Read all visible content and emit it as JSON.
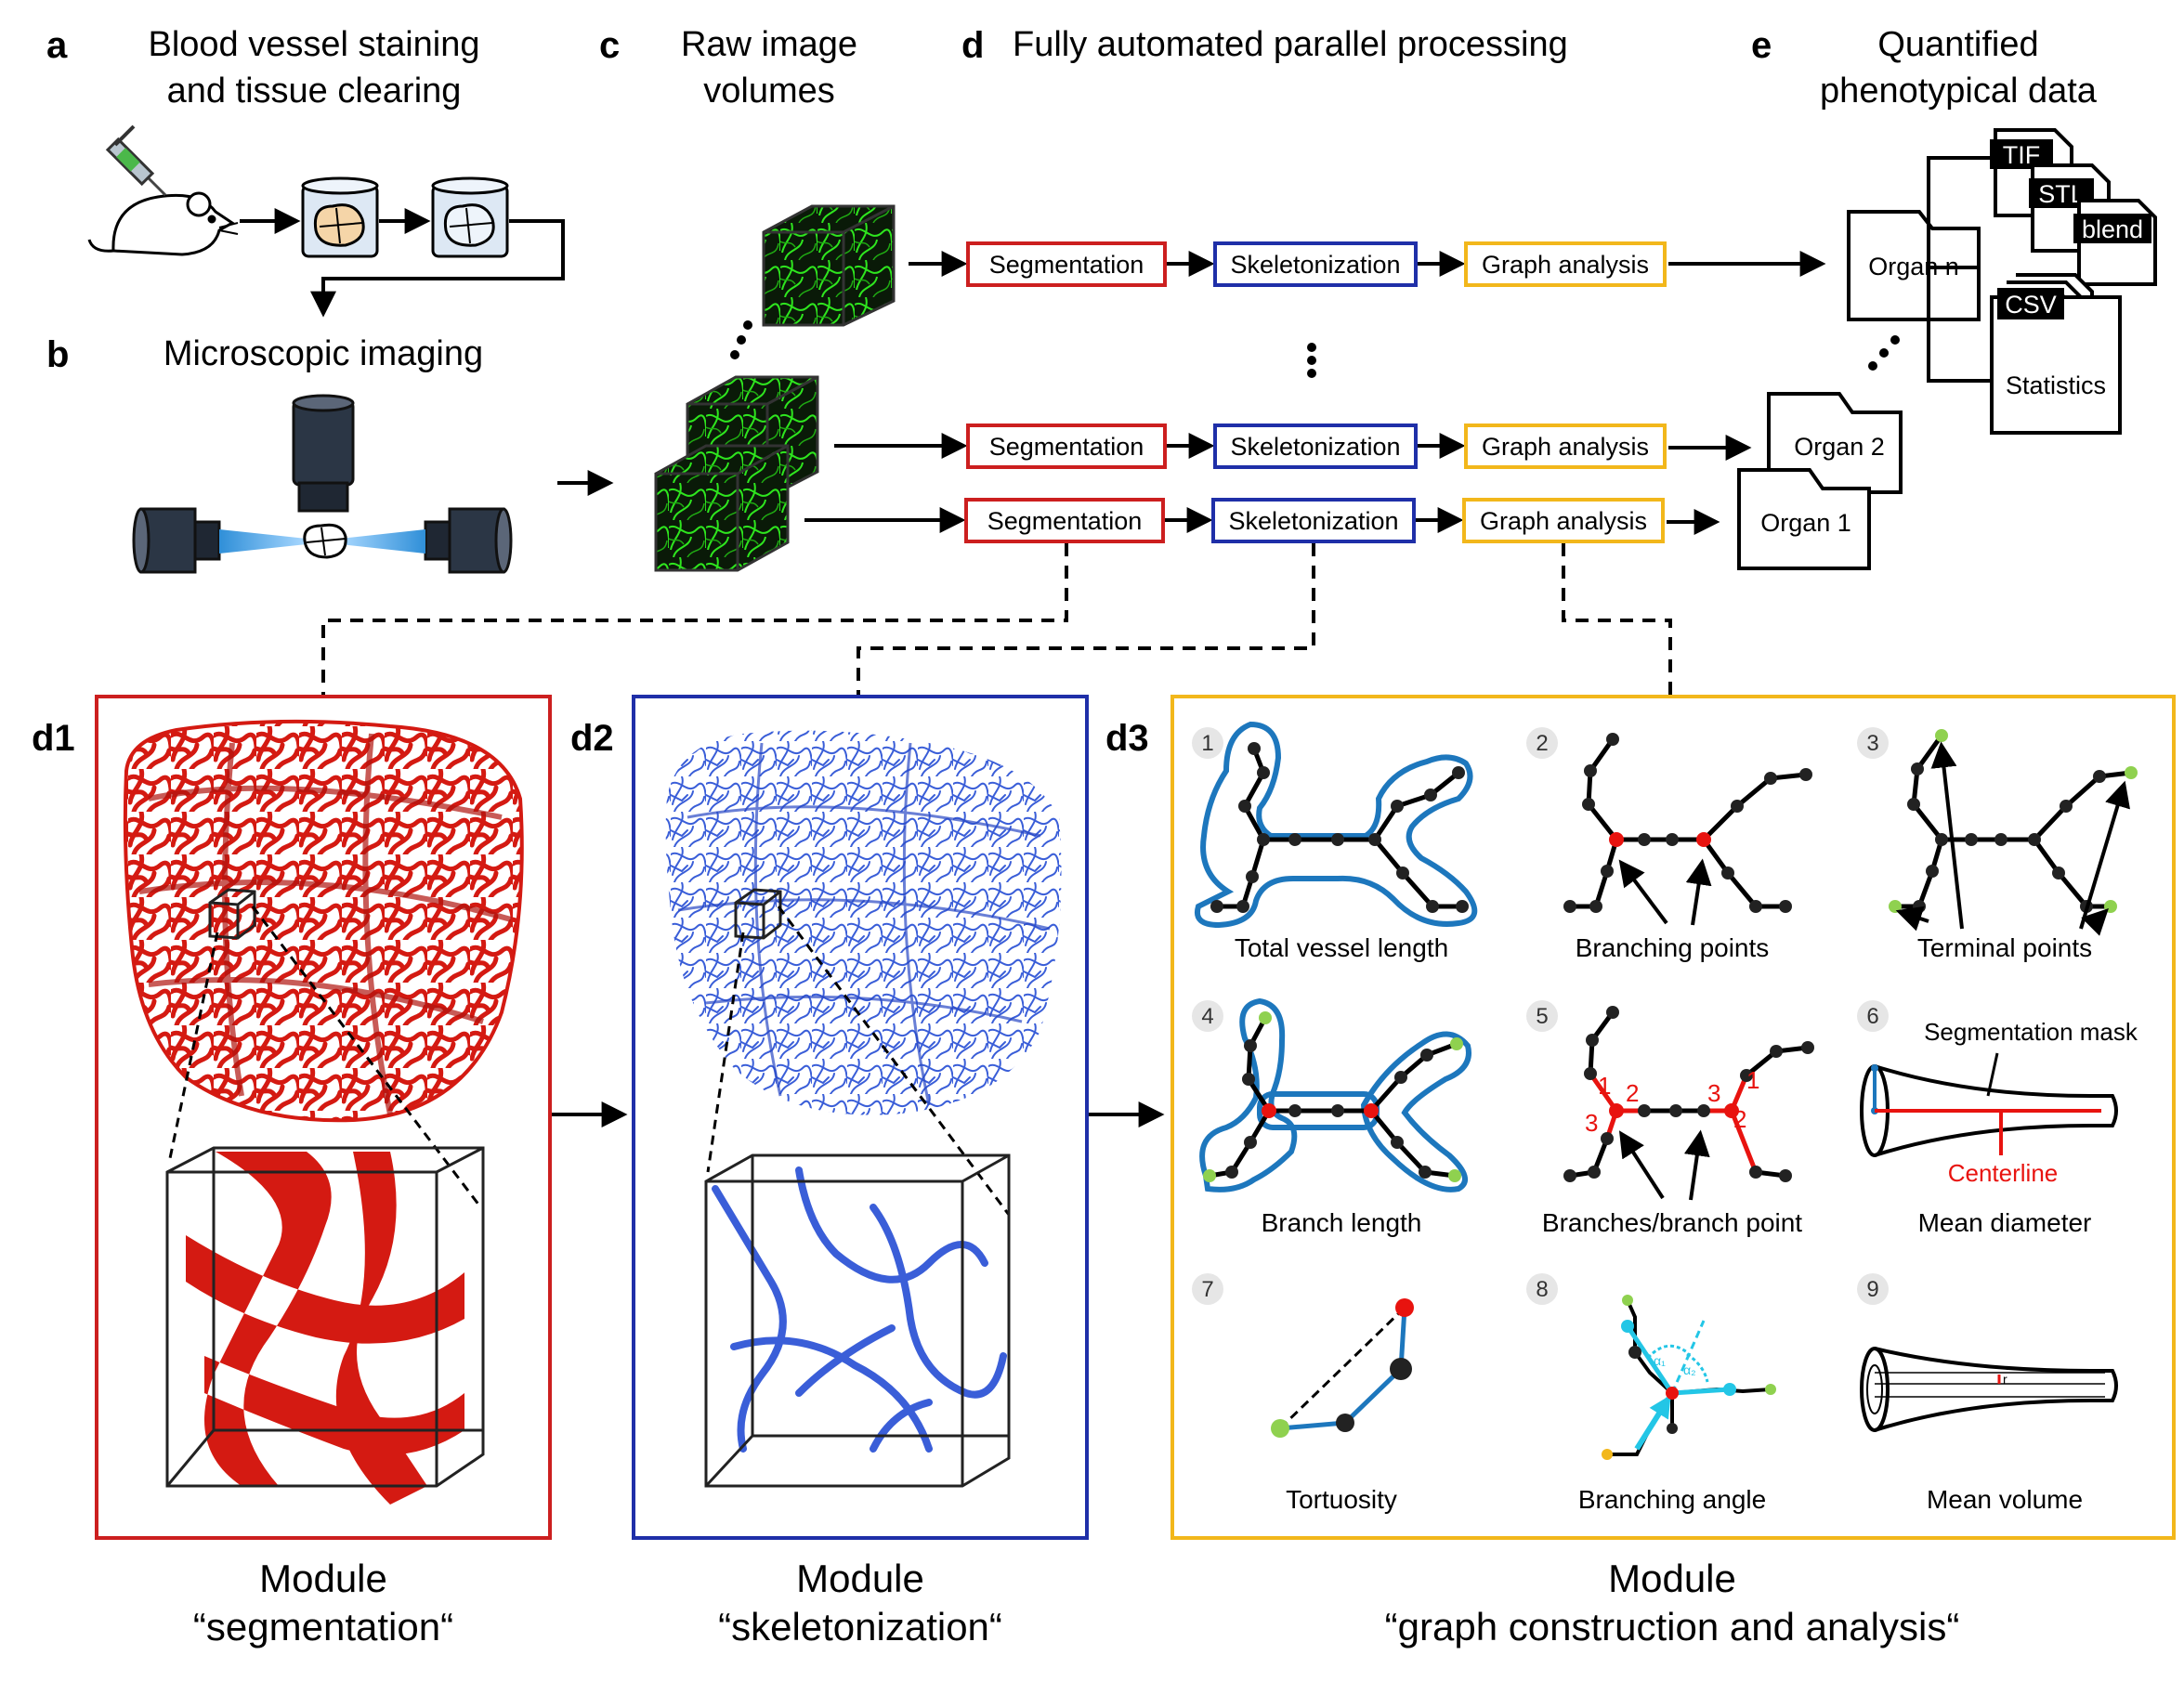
{
  "panels": {
    "a": {
      "letter": "a",
      "title_line1": "Blood vessel staining",
      "title_line2": "and tissue clearing"
    },
    "b": {
      "letter": "b",
      "title": "Microscopic imaging"
    },
    "c": {
      "letter": "c",
      "title_line1": "Raw image",
      "title_line2": "volumes"
    },
    "d": {
      "letter": "d",
      "title": "Fully automated parallel processing"
    },
    "e": {
      "letter": "e",
      "title_line1": "Quantified",
      "title_line2": "phenotypical data"
    },
    "d1": {
      "letter": "d1"
    },
    "d2": {
      "letter": "d2"
    },
    "d3": {
      "letter": "d3"
    }
  },
  "pipeline": {
    "segmentation": "Segmentation",
    "skeletonization": "Skeletonization",
    "graph_analysis": "Graph analysis"
  },
  "outputs": {
    "organ_n": "Organ n",
    "organ_2": "Organ 2",
    "organ_1": "Organ 1",
    "files": [
      "TIF",
      "STL",
      "blend"
    ],
    "csv": "CSV",
    "statistics": "Statistics"
  },
  "metrics": [
    {
      "num": "1",
      "label": "Total vessel length"
    },
    {
      "num": "2",
      "label": "Branching points"
    },
    {
      "num": "3",
      "label": "Terminal points"
    },
    {
      "num": "4",
      "label": "Branch length"
    },
    {
      "num": "5",
      "label": "Branches/branch point"
    },
    {
      "num": "6",
      "label": "Mean diameter"
    },
    {
      "num": "7",
      "label": "Tortuosity"
    },
    {
      "num": "8",
      "label": "Branching angle"
    },
    {
      "num": "9",
      "label": "Mean volume"
    }
  ],
  "metric_annotations": {
    "segmentation_mask": "Segmentation mask",
    "centerline": "Centerline",
    "branch_numbers": [
      "1",
      "2",
      "3"
    ],
    "radius": "r",
    "angles": [
      "α₁",
      "α₂"
    ]
  },
  "modules": {
    "segmentation_l1": "Module",
    "segmentation_l2": "“segmentation“",
    "skeletonization_l1": "Module",
    "skeletonization_l2": "“skeletonization“",
    "graph_l1": "Module",
    "graph_l2": "“graph construction and analysis“"
  },
  "colors": {
    "segmentation": "#cc1f1f",
    "skeletonization": "#1f2fa8",
    "graph": "#f2b71b",
    "vessel_red": "#d41a12",
    "vessel_blue": "#3a5ed8",
    "outline_blue": "#1d77bd",
    "branch_red": "#e8130f",
    "terminal_green": "#8fd14f",
    "angle_cyan": "#23c6e6",
    "volume_green": "#2fc52a"
  }
}
